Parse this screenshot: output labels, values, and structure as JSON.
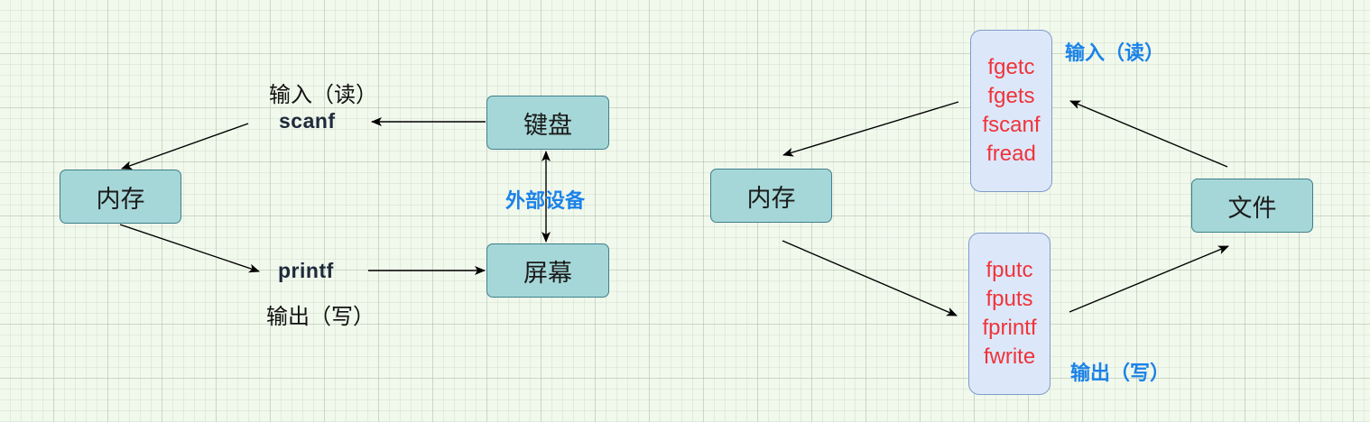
{
  "left": {
    "memory_label": "内存",
    "keyboard_label": "键盘",
    "screen_label": "屏幕",
    "scanf_label": "scanf",
    "printf_label": "printf",
    "input_label": "输入（读）",
    "output_label": "输出（写）",
    "device_label": "外部设备"
  },
  "right": {
    "memory_label": "内存",
    "file_label": "文件",
    "read_functions": [
      "fgetc",
      "fgets",
      "fscanf",
      "fread"
    ],
    "write_functions": [
      "fputc",
      "fputs",
      "fprintf",
      "fwrite"
    ],
    "input_label": "输入（读）",
    "output_label": "输出（写）"
  },
  "colors": {
    "box_fill": "#a6d7d8",
    "function_box_fill": "#dce8fa",
    "function_text": "#f0333a",
    "highlight_text": "#1b82e8"
  }
}
